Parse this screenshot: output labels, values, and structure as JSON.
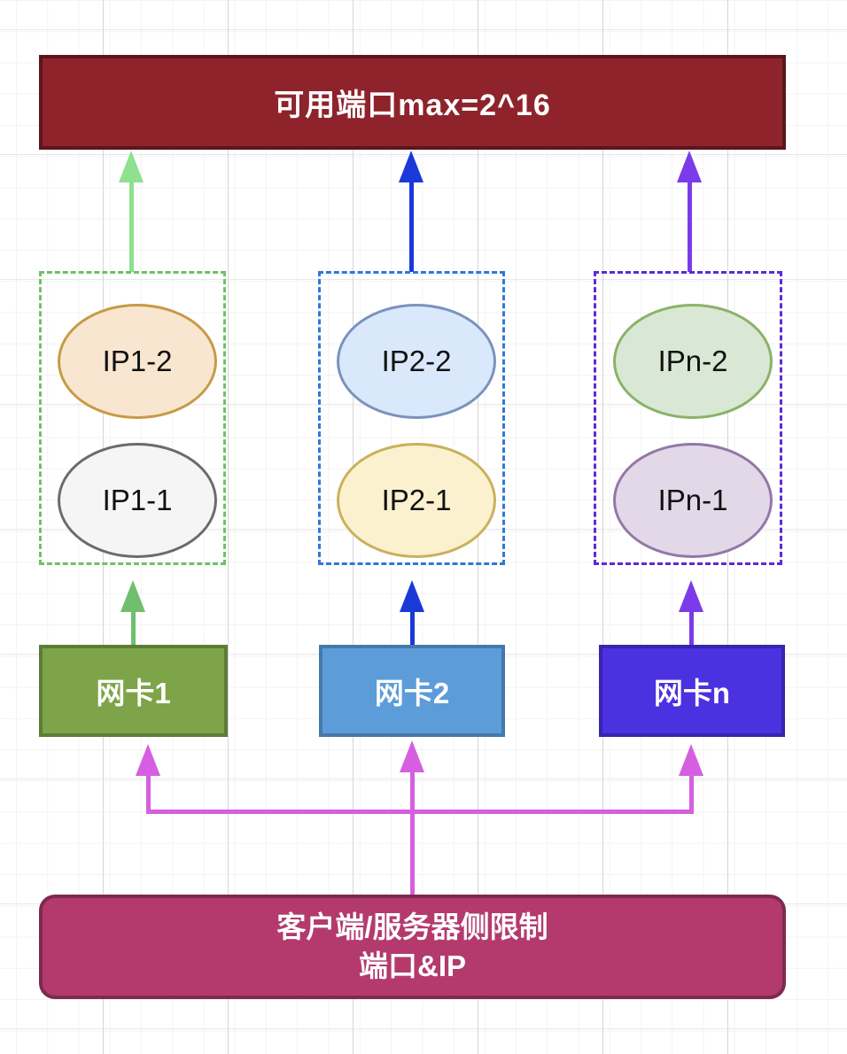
{
  "diagram": {
    "top_box": {
      "label": "可用端口max=2^16",
      "fill": "#8E232C",
      "border": "#5C161B"
    },
    "ip_groups": [
      {
        "name": "ip-group-1",
        "border_color": "#6EC168",
        "ips": [
          {
            "label": "IP1-2",
            "fill": "#F9E6D0",
            "stroke": "#C79A45"
          },
          {
            "label": "IP1-1",
            "fill": "#F5F5F5",
            "stroke": "#6B6B6B"
          }
        ],
        "arrow_to_ports_color": "#8FE08F",
        "arrow_from_nic_color": "#6FBF6F"
      },
      {
        "name": "ip-group-2",
        "border_color": "#2E79D8",
        "ips": [
          {
            "label": "IP2-2",
            "fill": "#DAE8FC",
            "stroke": "#7A93BC"
          },
          {
            "label": "IP2-1",
            "fill": "#FBF1CF",
            "stroke": "#CBB05C"
          }
        ],
        "arrow_to_ports_color": "#1B39D8",
        "arrow_from_nic_color": "#1B39D8"
      },
      {
        "name": "ip-group-n",
        "border_color": "#5B2BD5",
        "ips": [
          {
            "label": "IPn-2",
            "fill": "#D9E8D4",
            "stroke": "#8AB268"
          },
          {
            "label": "IPn-1",
            "fill": "#E2D8E8",
            "stroke": "#9377A8"
          }
        ],
        "arrow_to_ports_color": "#7C3BE8",
        "arrow_from_nic_color": "#7C3BE8"
      }
    ],
    "nics": [
      {
        "label": "网卡1",
        "fill": "#7DA449",
        "border": "#5D7C35"
      },
      {
        "label": "网卡2",
        "fill": "#5C9CD9",
        "border": "#4579A9"
      },
      {
        "label": "网卡n",
        "fill": "#4B31E0",
        "border": "#3725AF"
      }
    ],
    "bottom_box": {
      "line1": "客户端/服务器侧限制",
      "line2": "端口&IP",
      "fill": "#B43A6E",
      "border": "#7E2A50"
    },
    "constraint_arrow_color": "#D55FE0"
  }
}
